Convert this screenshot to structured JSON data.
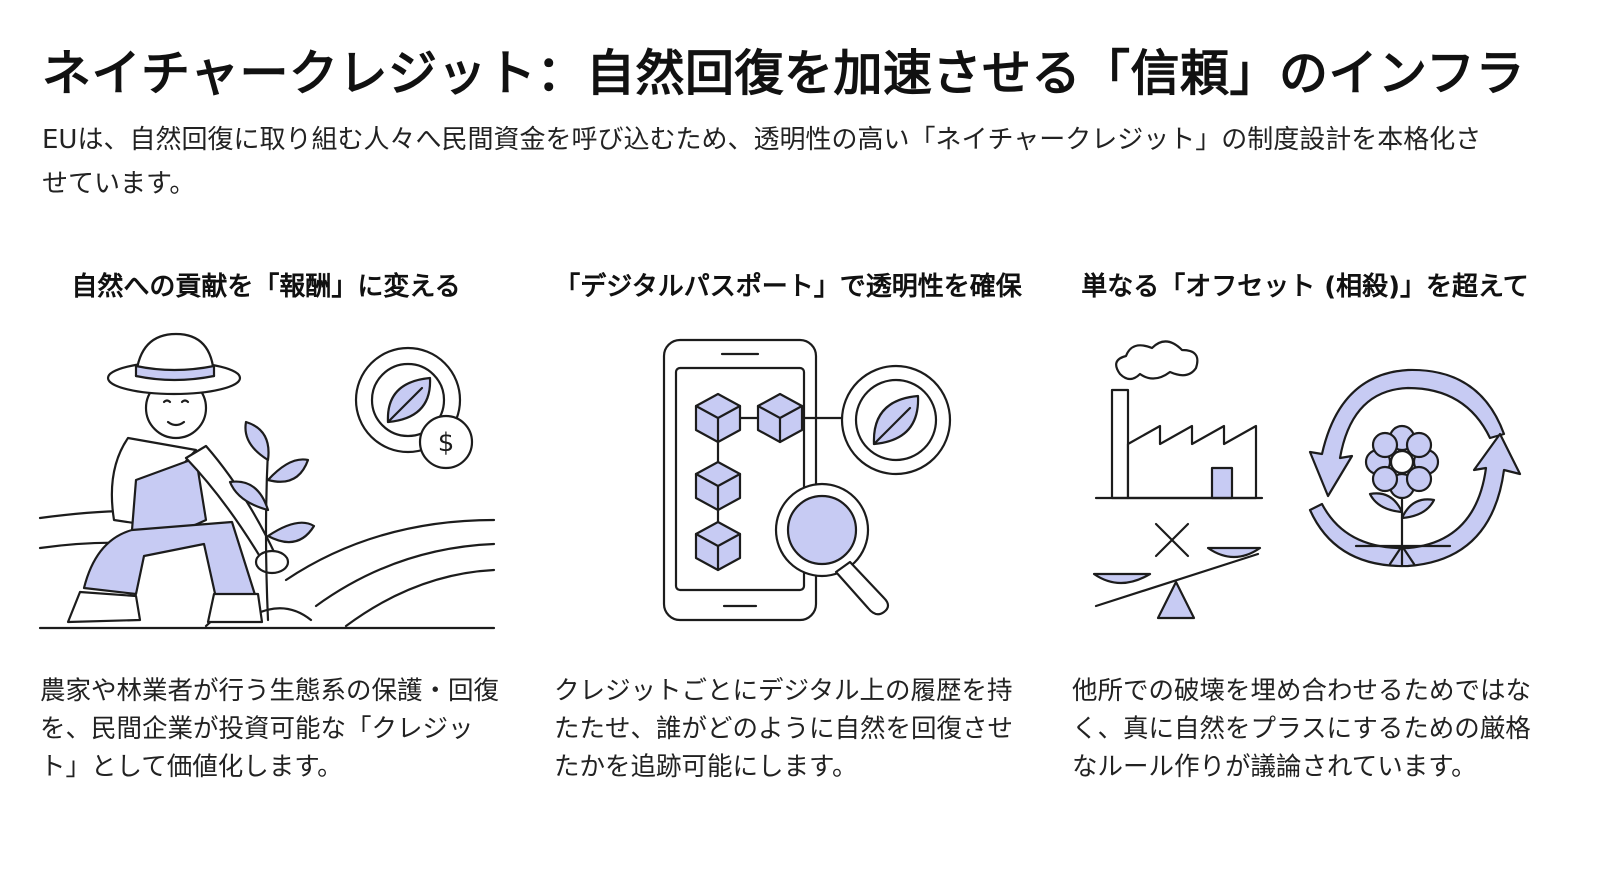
{
  "title": "ネイチャークレジット：自然回復を加速させる「信頼」のインフラ",
  "subtitle": "EUは、自然回復に取り組む人々へ民間資金を呼び込むため、透明性の高い「ネイチャークレジット」の制度設計を本格化させています。",
  "columns": [
    {
      "heading": "自然への貢献を「報酬」に変える",
      "text": "農家や林業者が行う生態系の保護・回復を、民間企業が投資可能な「クレジット」として価値化します。",
      "illustration": "farmer-planting-sprout-with-leaf-coin-and-dollar-icon"
    },
    {
      "heading": "「デジタルパスポート」で透明性を確保",
      "text": "クレジットごとにデジタル上の履歴を持たたせ、誰がどのように自然を回復させたかを追跡可能にします。",
      "illustration": "smartphone-blockchain-with-magnifier-and-leaf-icon"
    },
    {
      "heading": "単なる「オフセット (相殺)」を超えて",
      "text": "他所での破壊を埋め合わせるためではなく、真に自然をプラスにするための厳格なルール作りが議論されています。",
      "illustration": "factory-seesaw-crossed-and-flower-in-cycle-arrows"
    }
  ],
  "colors": {
    "accent": "#c7cbf3",
    "ink": "#1c1c1c",
    "background": "#ffffff"
  }
}
